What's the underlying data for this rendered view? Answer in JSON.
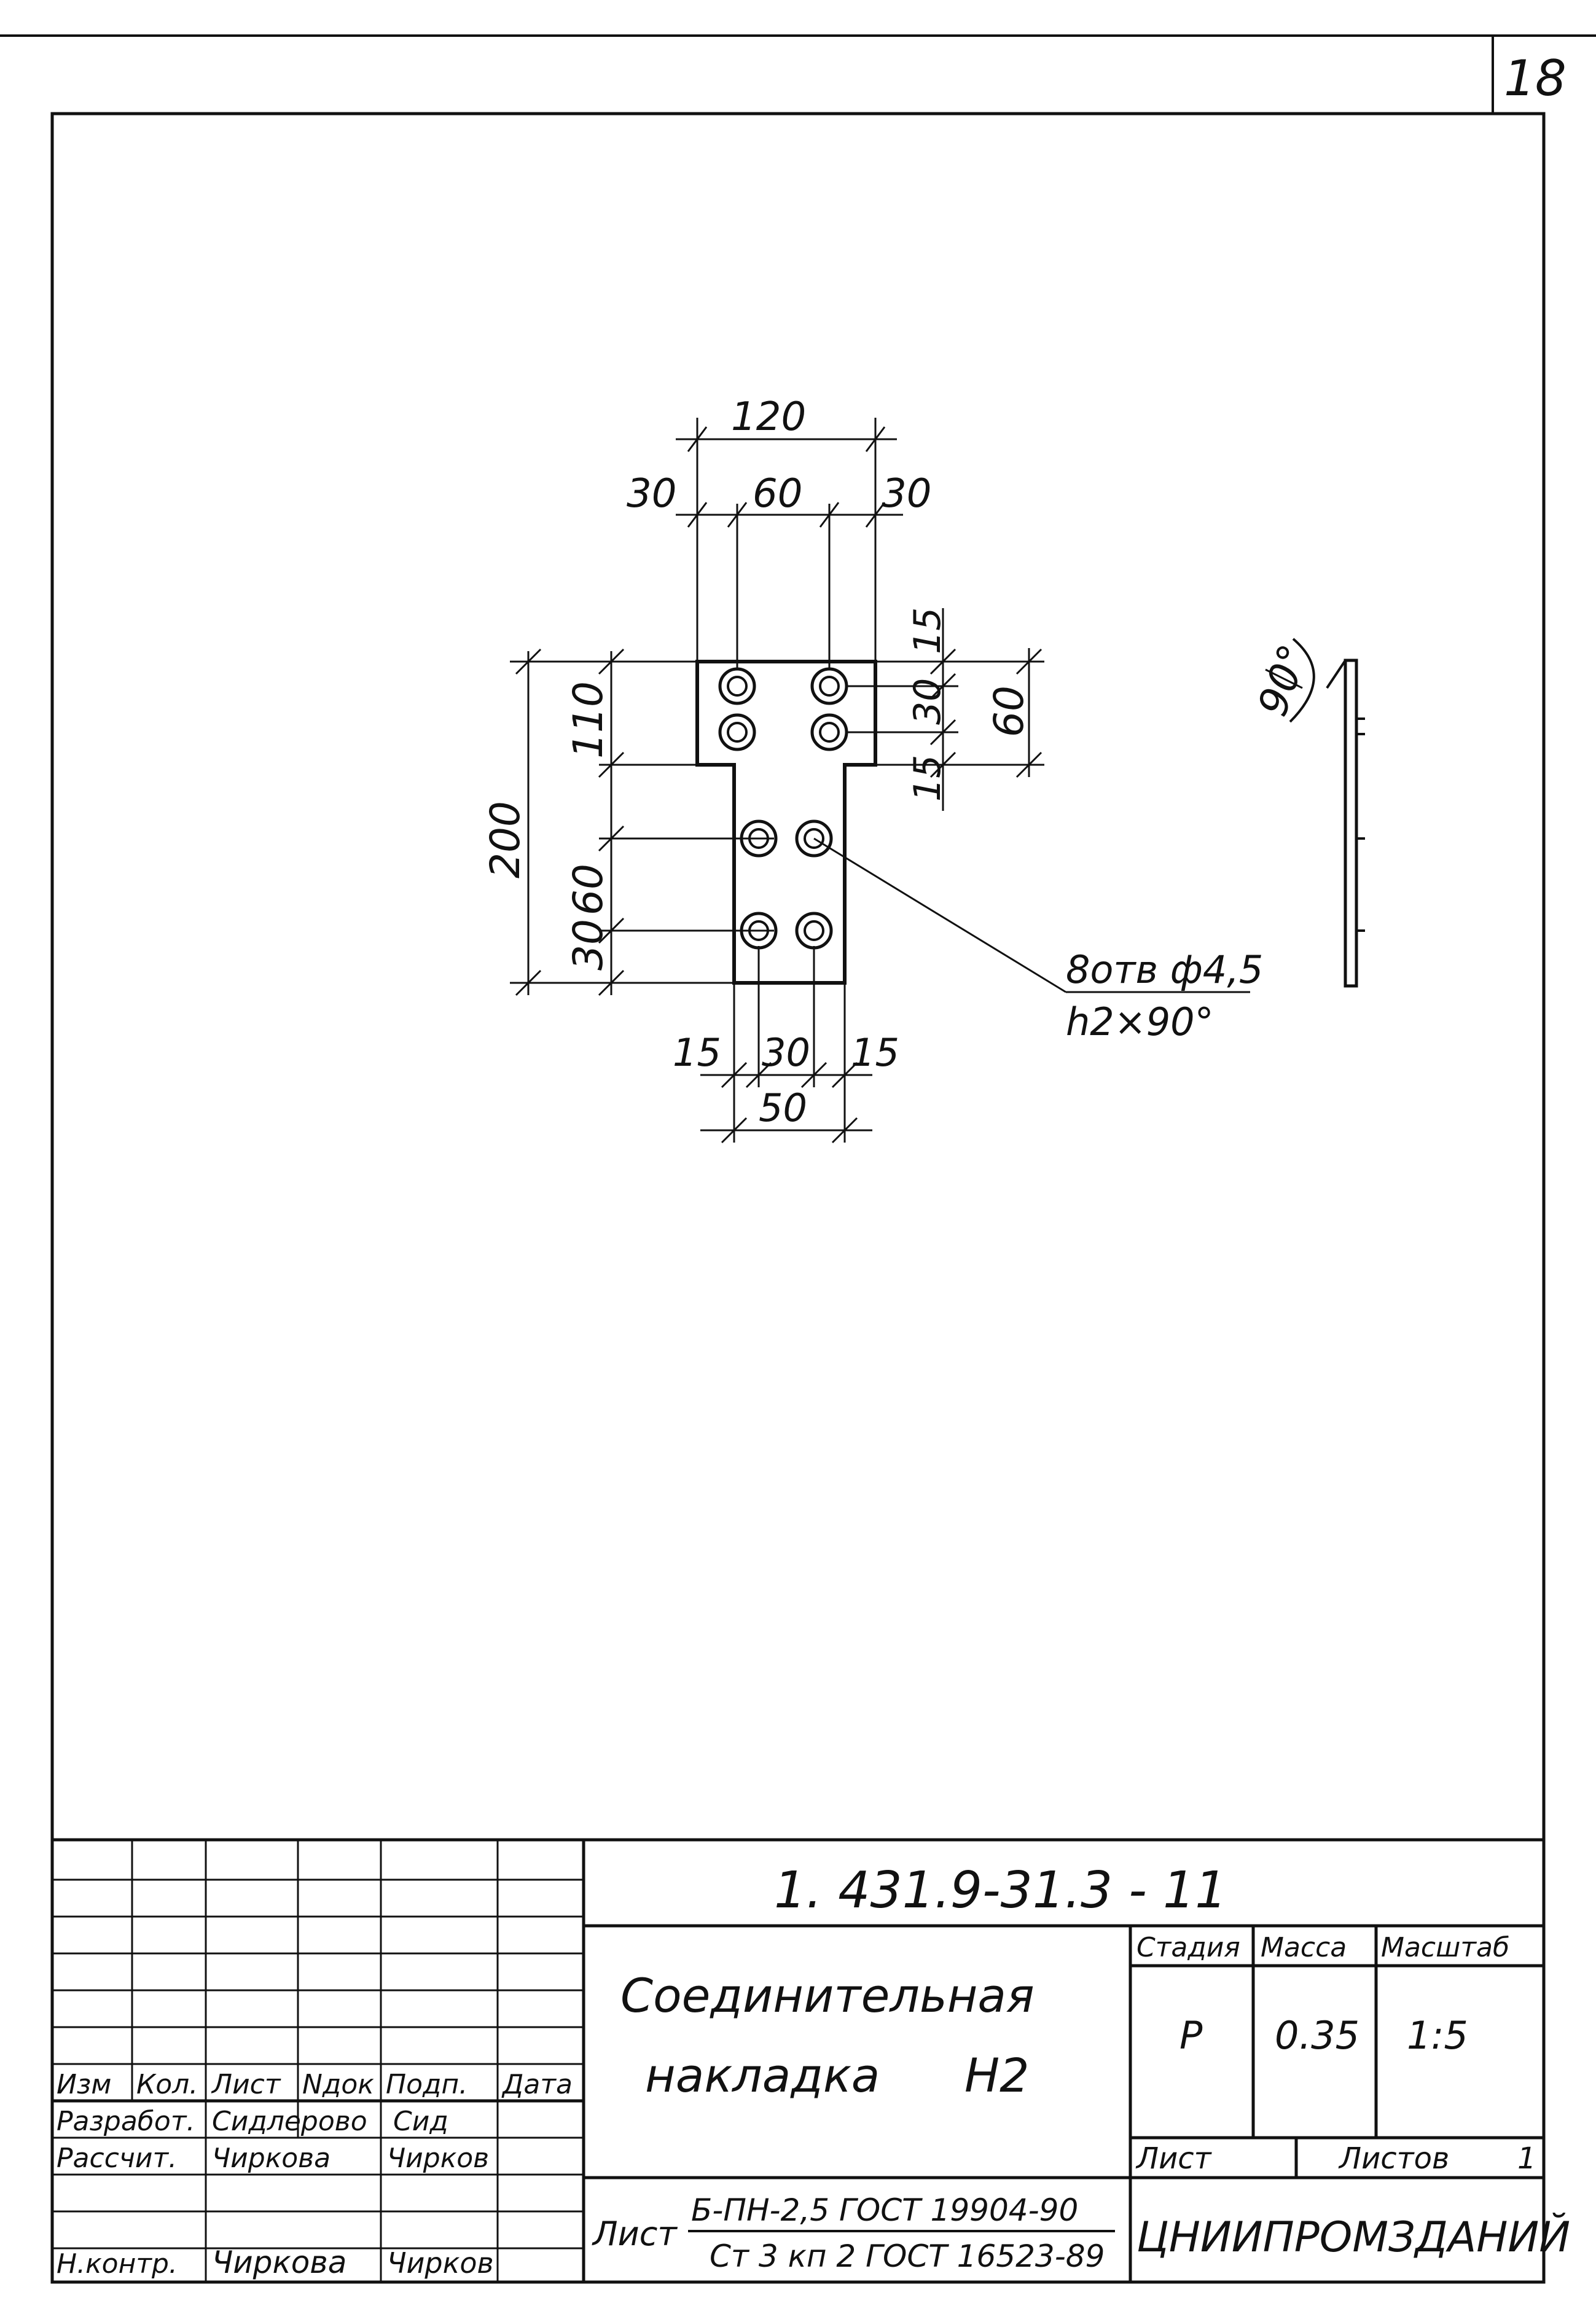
{
  "sheet": {
    "page_number": "18"
  },
  "part_drawing": {
    "dimensions": {
      "top_overall": "120",
      "top_left": "30",
      "top_middle": "60",
      "top_right": "30",
      "left_total": "200",
      "left_upper": "110",
      "left_middle": "60",
      "left_lower": "30",
      "right_top": "15",
      "right_middle": "30",
      "right_bottom": "15",
      "right_total": "60",
      "bottom_left": "15",
      "bottom_middle": "30",
      "bottom_right": "15",
      "bottom_total": "50"
    },
    "hole_callout": {
      "line1": "8отв ф4,5",
      "line2": "h2×90°"
    },
    "side_view": {
      "angle_label": "90°"
    }
  },
  "title_block": {
    "document_code": "1. 431.9-31.3 - 11",
    "part_name_line1": "Соединительная",
    "part_name_line2": "накладка",
    "part_mark": "Н2",
    "revision_headers": [
      "Изм",
      "Кол.",
      "Лист",
      "Nдок",
      "Подп.",
      "Дата"
    ],
    "roles": [
      {
        "role": "Разработ.",
        "name": "Сидлерово",
        "signature": "Сид"
      },
      {
        "role": "Рассчит.",
        "name": "Чиркова",
        "signature": "Чирков"
      },
      {
        "role": "Н.контр.",
        "name": "Чиркова",
        "signature": "Чирков"
      }
    ],
    "stage_header": "Стадия",
    "mass_header": "Масса",
    "scale_header": "Масштаб",
    "stage_value": "Р",
    "mass_value": "0.35",
    "scale_value": "1:5",
    "sheet_label": "Лист",
    "sheets_label": "Листов",
    "sheets_value": "1",
    "material_prefix": "Лист",
    "material_line1": "Б-ПН-2,5 ГОСТ 19904-90",
    "material_line2": "Ст 3 кп 2 ГОСТ 16523-89",
    "organization": "ЦНИИПРОМЗДАНИЙ"
  }
}
